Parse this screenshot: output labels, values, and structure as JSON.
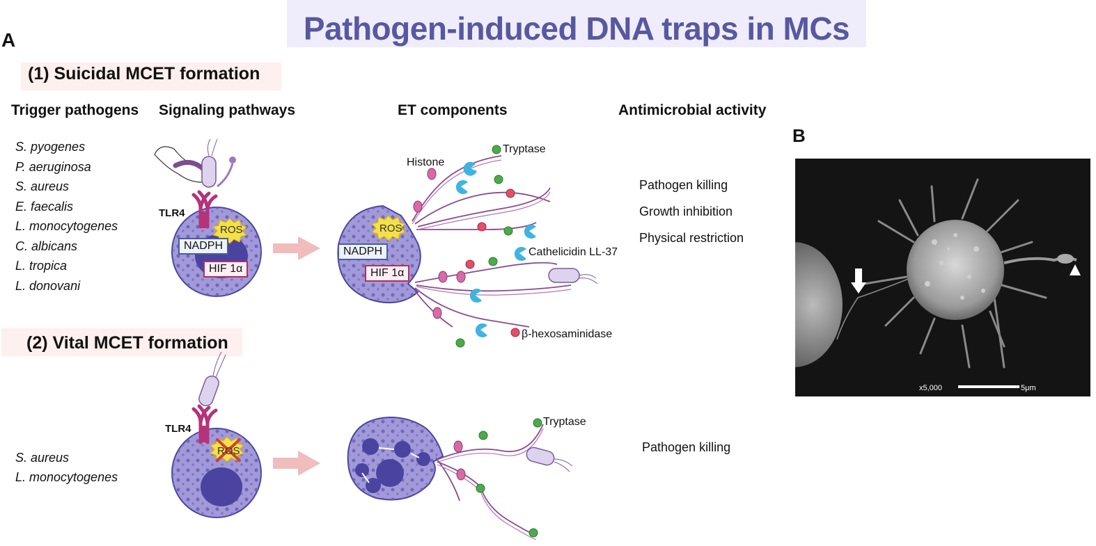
{
  "title": "Pathogen-induced DNA traps in MCs",
  "panels": {
    "a": "A",
    "b": "B"
  },
  "section1": {
    "title": "(1) Suicidal MCET formation",
    "headers": {
      "trigger": "Trigger pathogens",
      "signaling": "Signaling pathways",
      "et": "ET components",
      "activity": "Antimicrobial activity"
    },
    "pathogens": [
      "S. pyogenes",
      "P. aeruginosa",
      "S. aureus",
      "E. faecalis",
      "L. monocytogenes",
      "C. albicans",
      "L. tropica",
      "L. donovani"
    ],
    "signaling": {
      "tlr4": "TLR4",
      "ros": "ROS",
      "nadph": "NADPH",
      "hif": "HIF 1α"
    },
    "et_cell": {
      "ros": "ROS",
      "nadph": "NADPH",
      "hif": "HIF 1α"
    },
    "components": {
      "tryptase": "Tryptase",
      "histone": "Histone",
      "cathelicidin": "Cathelicidin LL-37",
      "hexosaminidase": "β-hexosaminidase"
    },
    "activities": [
      "Pathogen killing",
      "Growth inhibition",
      "Physical restriction"
    ]
  },
  "section2": {
    "title": "(2) Vital MCET formation",
    "pathogens": [
      "S. aureus",
      "L. monocytogenes"
    ],
    "signaling": {
      "tlr4": "TLR4",
      "ros": "ROS"
    },
    "components": {
      "tryptase": "Tryptase"
    },
    "activities": [
      "Pathogen killing"
    ]
  },
  "micrograph": {
    "magnification": "x5,000",
    "scale": "5μm"
  },
  "colors": {
    "title": "#5758a0",
    "cell": "#9f97d6",
    "nucleus": "#4a44a0",
    "granule": "#6a62b8",
    "receptor": "#b5337a",
    "arrow": "#f0bcbc",
    "tryptase": "#4caa4c",
    "hexosaminidase": "#e0506a",
    "cathelicidin": "#3fb4e0",
    "histone": "#d86aa8",
    "dna": "#8a4a8e"
  }
}
